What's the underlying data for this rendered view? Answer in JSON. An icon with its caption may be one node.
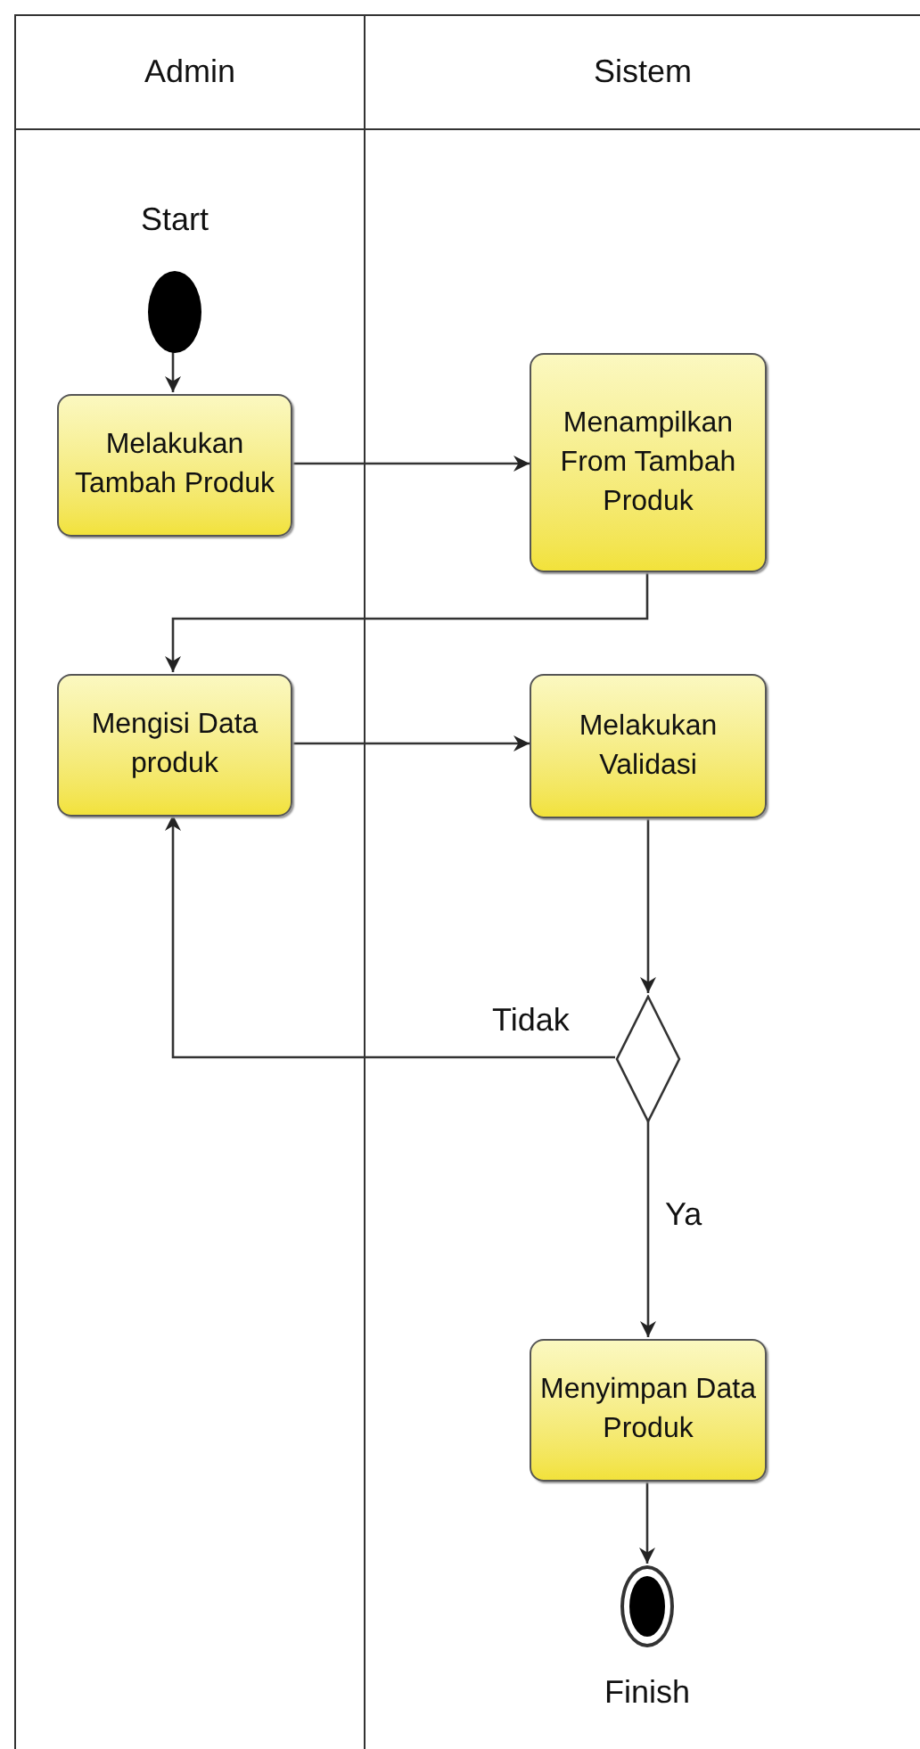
{
  "diagram": {
    "nodes": [
      {
        "text": [
          "Admin"
        ]
      },
      {
        "text": [
          "Sistem"
        ]
      },
      {
        "text": [],
        "shape": "circle",
        "beside": [
          "Start"
        ],
        "in": 0
      },
      {
        "text": [
          "Melakukan Tambah Produk"
        ],
        "in": 0
      },
      {
        "text": [
          "Menampilkan From Tambah Produk"
        ],
        "in": 1
      },
      {
        "text": [
          "Mengisi Data produk"
        ],
        "in": 0
      },
      {
        "text": [
          "Melakukan Validasi"
        ],
        "in": 1
      },
      {
        "text": [],
        "shape": "diamond",
        "in": 1
      },
      {
        "text": [
          "Menyimpan Data Produk"
        ],
        "in": 1
      },
      {
        "text": [],
        "shape": "circle",
        "beside": [
          "Finish"
        ],
        "in": 1
      }
    ],
    "edges": [
      {
        "from": 2,
        "to": 3,
        "arrow": "to"
      },
      {
        "from": 3,
        "to": 4,
        "arrow": "to"
      },
      {
        "from": 4,
        "to": 5,
        "arrow": "to"
      },
      {
        "from": 5,
        "to": 6,
        "arrow": "to"
      },
      {
        "from": 6,
        "to": 7,
        "arrow": "to"
      },
      {
        "from": 7,
        "to": 5,
        "arrow": "to",
        "label": "Tidak"
      },
      {
        "from": 7,
        "to": 8,
        "arrow": "to",
        "label": "Ya"
      },
      {
        "from": 8,
        "to": 9,
        "arrow": "to"
      }
    ]
  }
}
